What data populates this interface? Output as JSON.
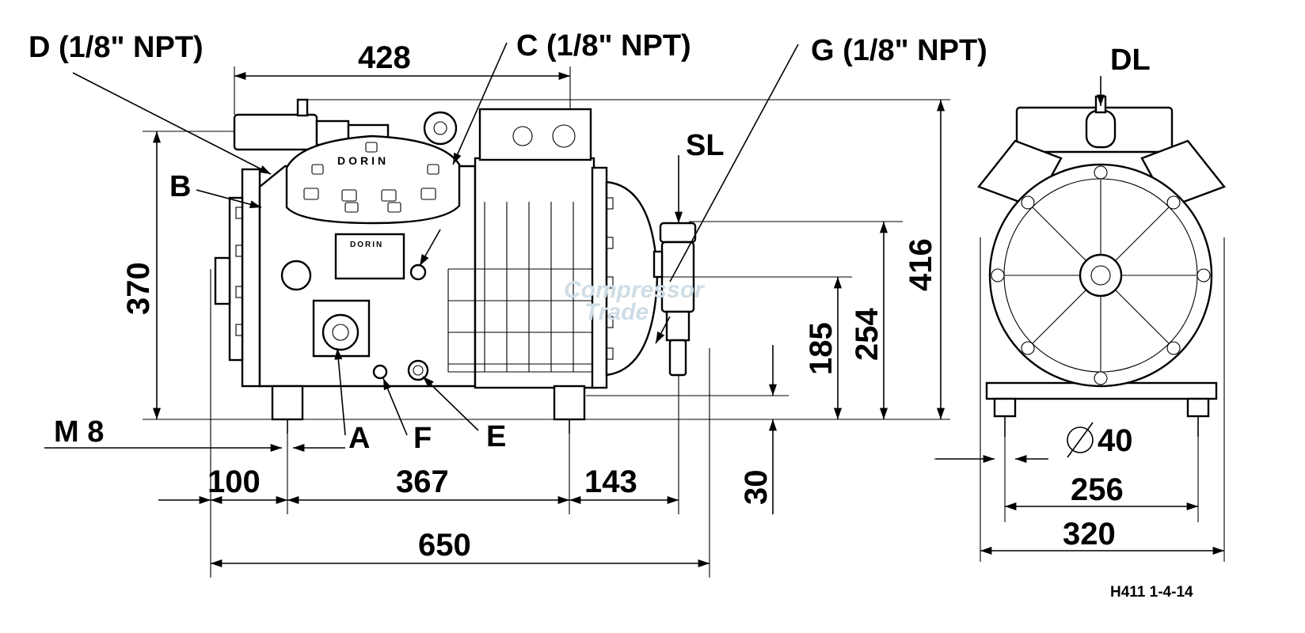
{
  "drawing": {
    "code": "H411 1-4-14",
    "brand_plate": "DORIN",
    "watermark": [
      "Compressor",
      "Trade"
    ]
  },
  "labels": {
    "D": "D (1/8\" NPT)",
    "C": "C (1/8\" NPT)",
    "G": "G (1/8\" NPT)",
    "B": "B",
    "A": "A",
    "F": "F",
    "E": "E",
    "SL": "SL",
    "DL": "DL",
    "M8": "M  8"
  },
  "dimensions": {
    "d428": "428",
    "d370": "370",
    "d416": "416",
    "d254": "254",
    "d185": "185",
    "d30": "30",
    "d100": "100",
    "d367": "367",
    "d143": "143",
    "d650": "650",
    "d40": "40",
    "d256": "256",
    "d320": "320"
  }
}
